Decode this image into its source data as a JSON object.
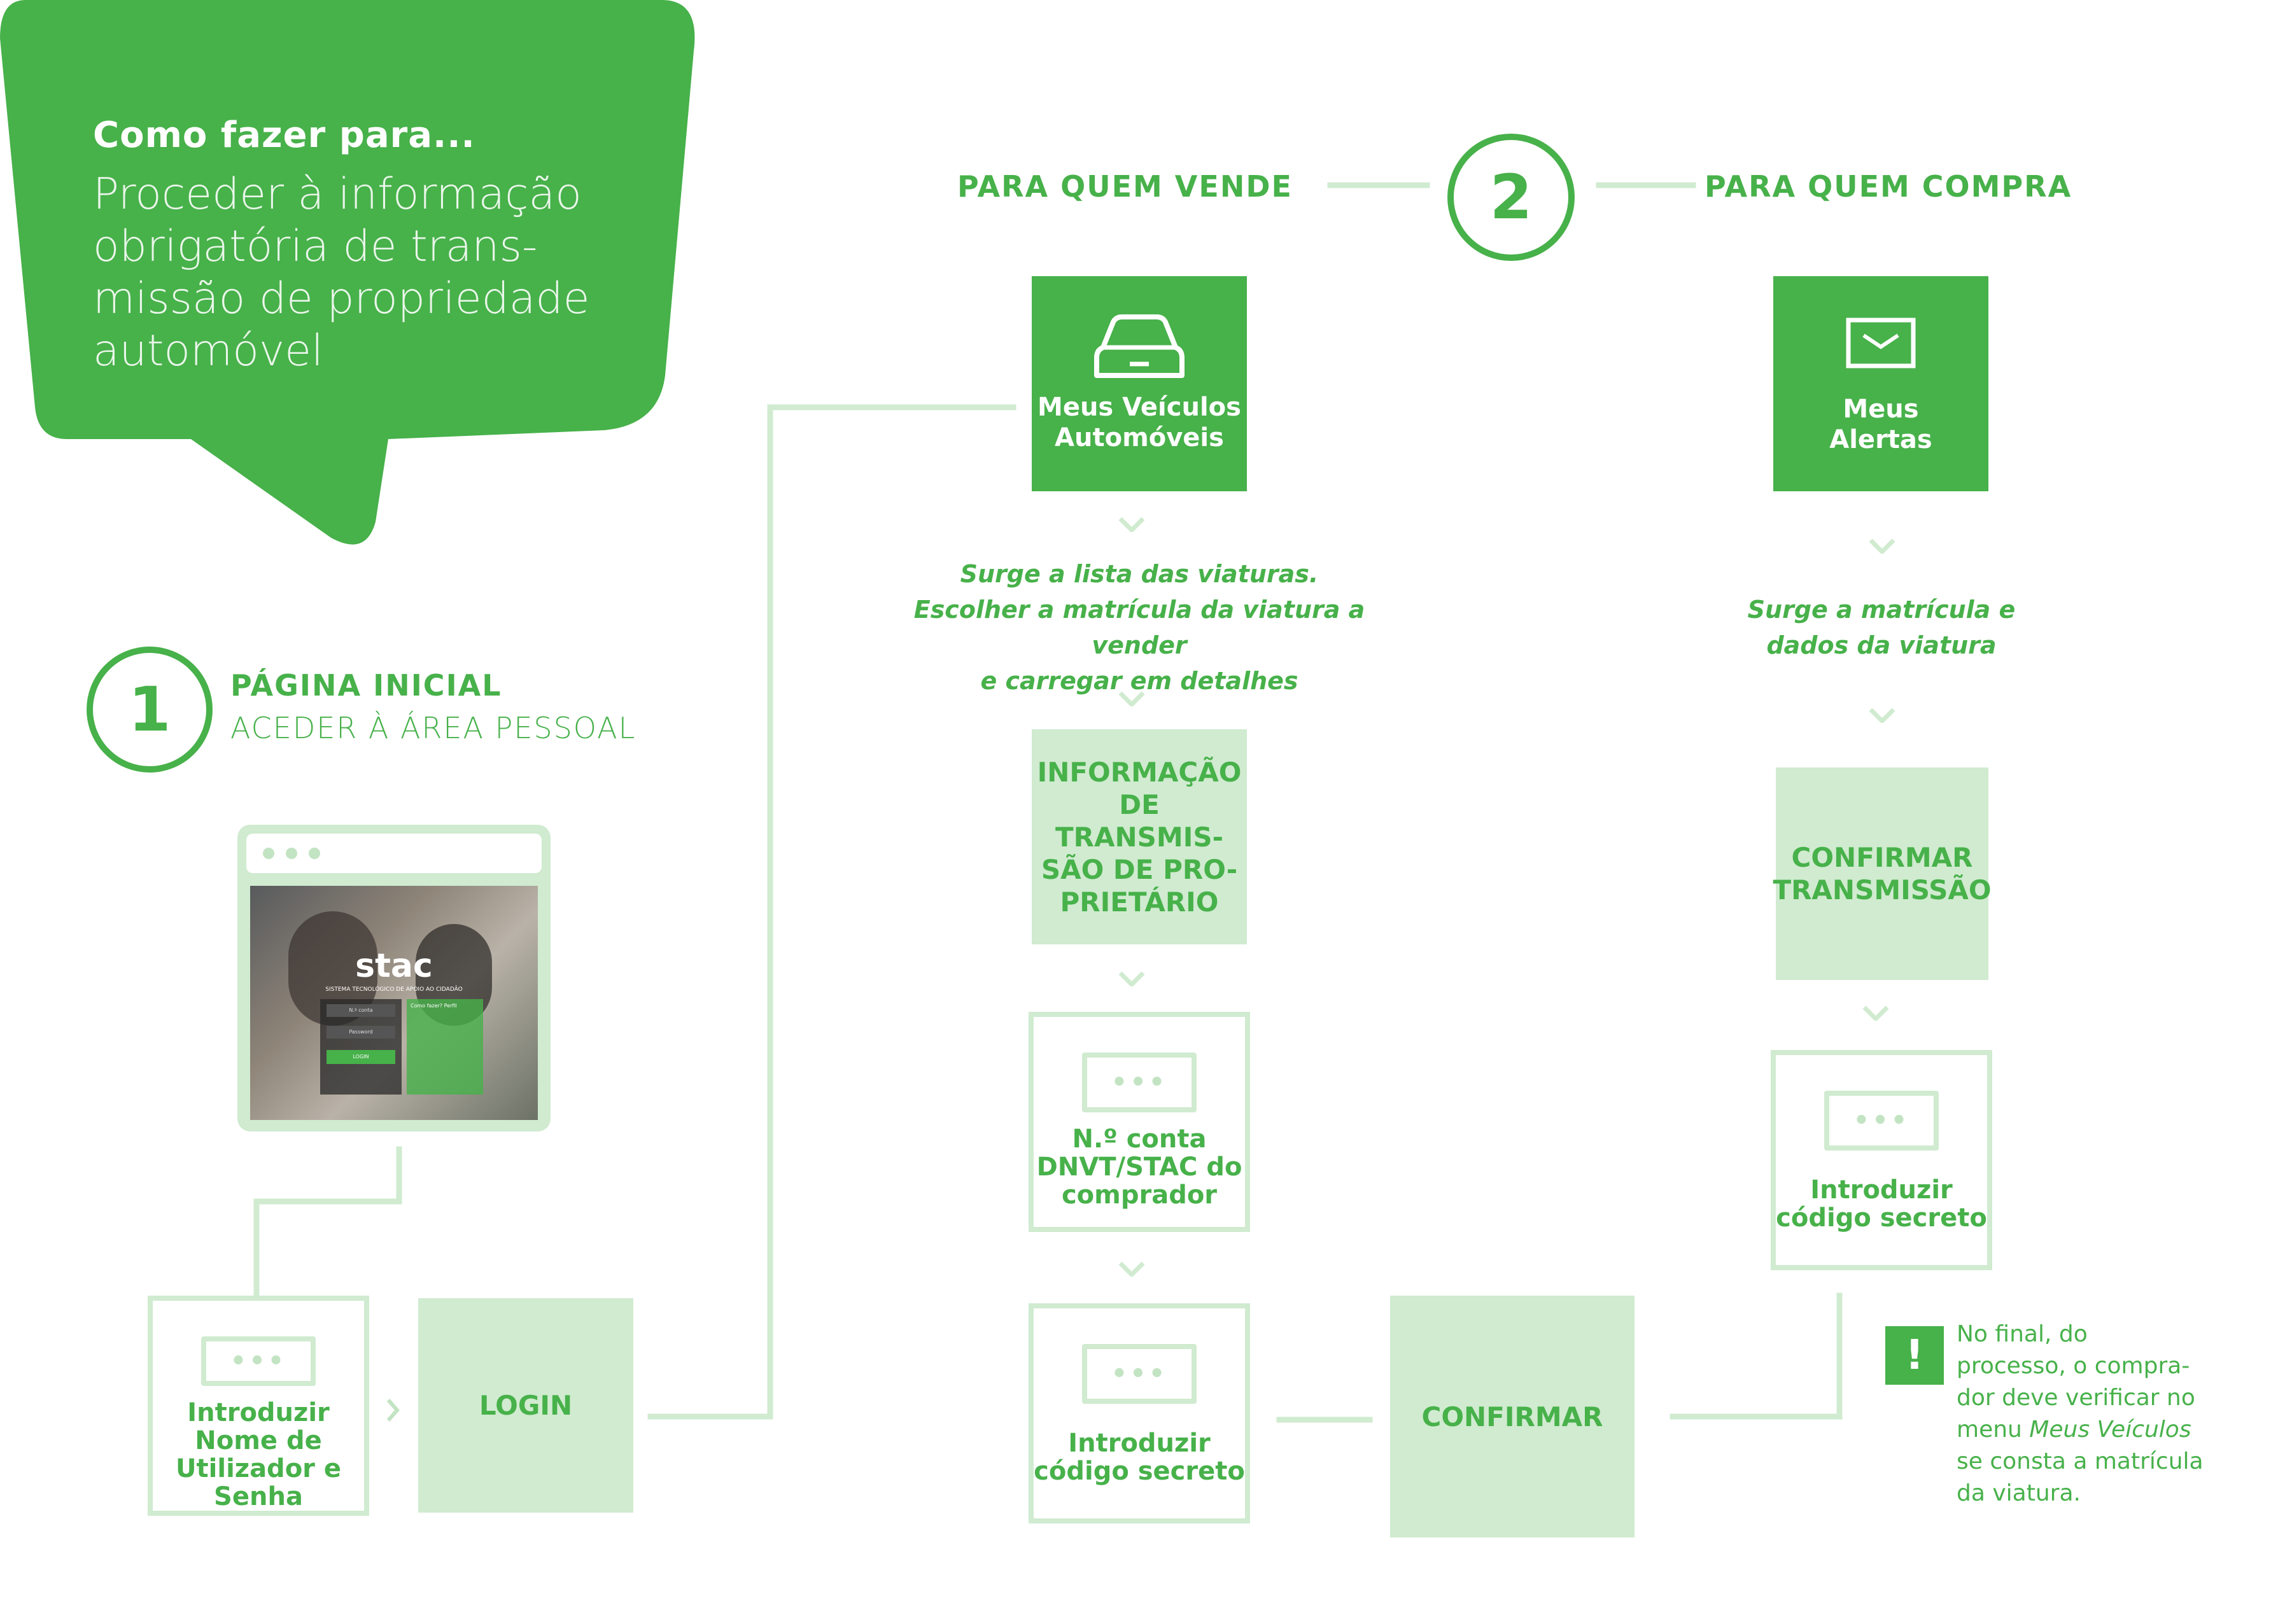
{
  "intro": {
    "kicker": "Como fazer para...",
    "title": "Proceder à informação obrigatória de trans-missão de propriedade automóvel"
  },
  "step1": {
    "number": "1",
    "title": "PÁGINA INICIAL",
    "subtitle": "ACEDER À ÁREA PESSOAL",
    "screenshot": {
      "logo_text": "stac",
      "tagline": "SISTEMA TECNOLÓGICO DE APOIO AO CIDADÃO",
      "user_label": "N.º conta",
      "password_label": "Password",
      "button_label": "LOGIN",
      "side_title": "Como fazer? Perfil"
    },
    "login_field_label": "Introduzir Nome de Utilizador e Senha",
    "login_field_dots": "•••",
    "login_button": "LOGIN"
  },
  "step2": {
    "number": "2",
    "seller_heading": "PARA QUEM VENDE",
    "buyer_heading": "PARA QUEM COMPRA"
  },
  "seller": {
    "menu_label": "Meus Veículos\nAutomóveis",
    "menu_icon": "car-icon",
    "list_desc": "Surge a lista das viaturas.\nEscolher a matrícula da viatura a vender\ne carregar em detalhes",
    "info_box": "INFORMAÇÃO\nDE TRANSMIS-\nSÃO DE PRO-\nPRIETÁRIO",
    "account_label": "N.º conta\nDNVT/STAC do\ncomprador",
    "account_dots": "•••",
    "secret_label": "Introduzir\ncódigo secreto",
    "secret_dots": "•••",
    "confirm": "CONFIRMAR"
  },
  "buyer": {
    "menu_label": "Meus\nAlertas",
    "menu_icon": "envelope-icon",
    "desc": "Surge a matrícula e\ndados da viatura",
    "confirm_box": "CONFIRMAR\nTRANSMISSÃO",
    "secret_label": "Introduzir\ncódigo secreto",
    "secret_dots": "•••"
  },
  "note": {
    "icon": "exclamation-icon",
    "mark": "!",
    "line1": "No final, do",
    "line2": "processo, o compra-",
    "line3": "dor deve verificar no",
    "line4a": "menu ",
    "line4b": "Meus Veículos",
    "line5": "se consta a matrícula",
    "line6": "da viatura."
  },
  "colors": {
    "accent": "#47b14a",
    "pale": "#d0ebd0",
    "line": "#c3e4c3"
  }
}
